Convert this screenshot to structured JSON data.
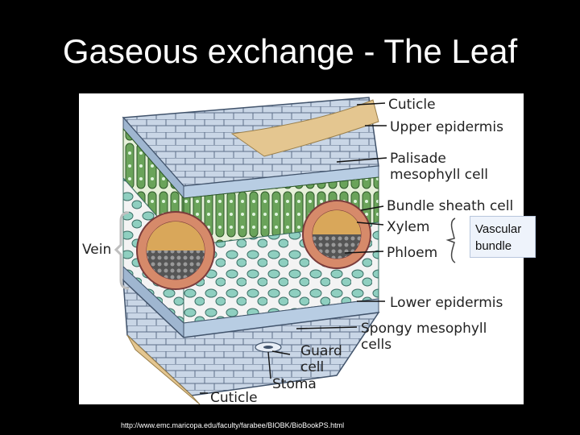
{
  "slide": {
    "title": "Gaseous exchange - The Leaf",
    "source_url": "http://www.emc.maricopa.edu/faculty/farabee/BIOBK/BioBookPS.html"
  },
  "diagram": {
    "labels": {
      "cuticle_top": "Cuticle",
      "upper_epidermis": "Upper epidermis",
      "palisade_1": "Palisade",
      "palisade_2": "mesophyll cell",
      "bundle_sheath": "Bundle sheath cell",
      "xylem": "Xylem",
      "phloem": "Phloem",
      "lower_epidermis": "Lower epidermis",
      "spongy_1": "Spongy mesophyll",
      "spongy_2": "cells",
      "guard_1": "Guard",
      "guard_2": "cell",
      "stoma": "Stoma",
      "cuticle_bottom": "Cuticle",
      "vein": "Vein"
    },
    "callout": {
      "line1": "Vascular",
      "line2": "bundle"
    },
    "colors": {
      "palisade": "#6aa35a",
      "spongy": "#8fcfc0",
      "epidermis": "#c9d6e6",
      "cuticle": "#e4c690",
      "xylem": "#c0646e",
      "phloem": "#555555",
      "bundle_sheath": "#d68a6a"
    }
  }
}
